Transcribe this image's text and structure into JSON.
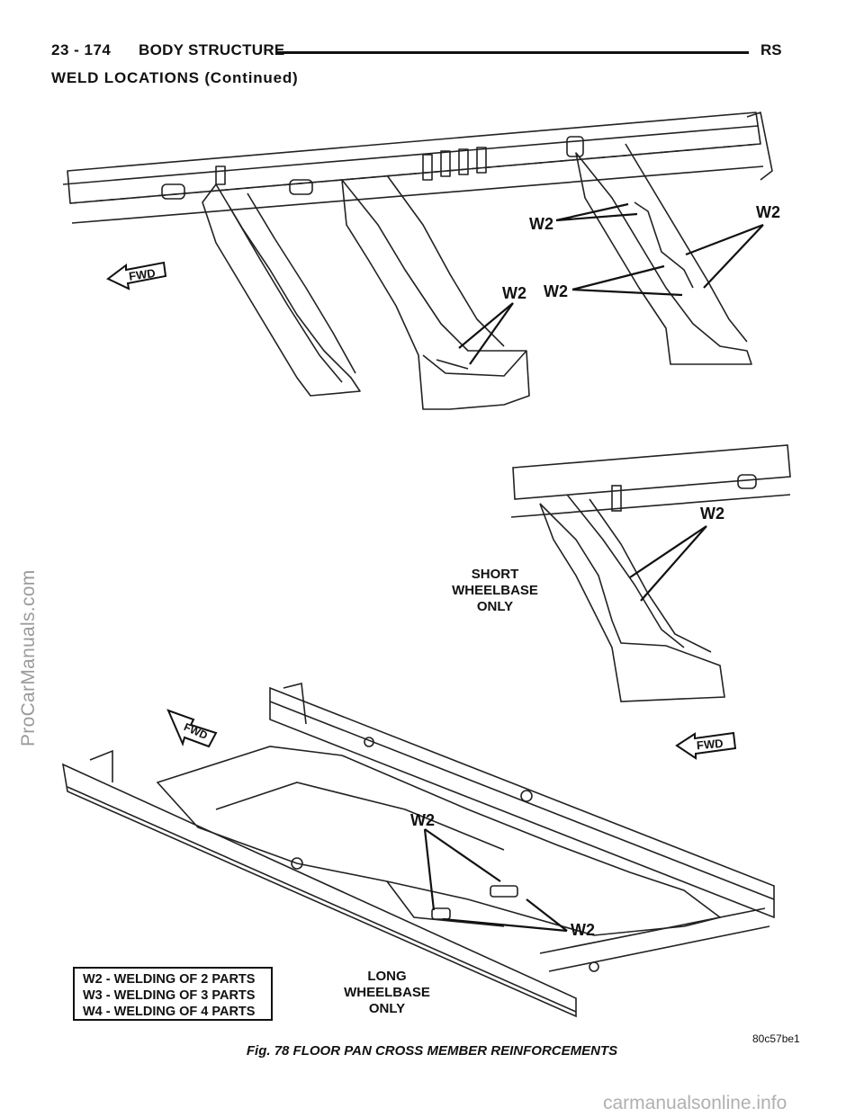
{
  "header": {
    "page_number": "23 - 174",
    "section": "BODY STRUCTURE",
    "model_code": "RS",
    "subheading": "WELD LOCATIONS (Continued)"
  },
  "figure": {
    "callout_label": "W2",
    "fwd_label": "FWD",
    "note_short": [
      "SHORT",
      "WHEELBASE",
      "ONLY"
    ],
    "note_long": [
      "LONG",
      "WHEELBASE",
      "ONLY"
    ],
    "legend": [
      "W2 - WELDING OF 2 PARTS",
      "W3 - WELDING OF 3 PARTS",
      "W4 - WELDING OF 4 PARTS"
    ],
    "figure_code": "80c57be1",
    "caption": "Fig. 78 FLOOR PAN CROSS MEMBER REINFORCEMENTS"
  },
  "watermarks": {
    "left": "ProCarManuals.com",
    "bottom": "carmanualsonline.info"
  }
}
